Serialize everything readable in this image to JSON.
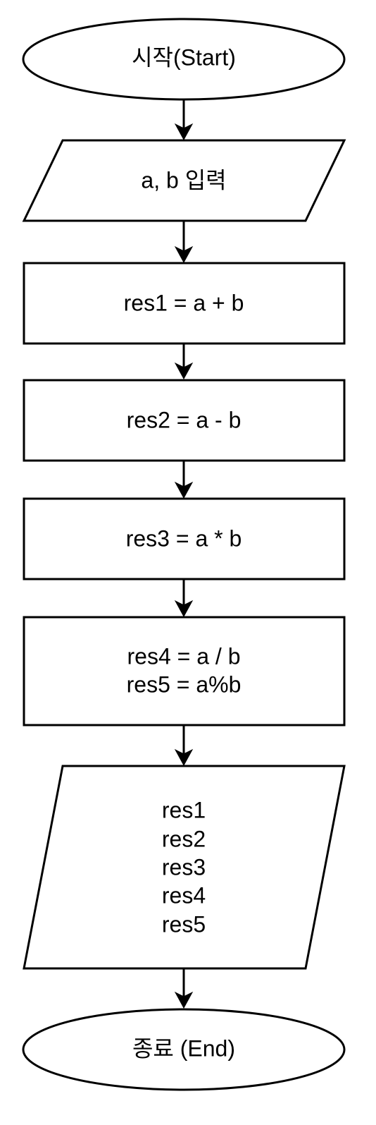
{
  "flowchart": {
    "start": {
      "label": "시작(Start)"
    },
    "input": {
      "label": "a, b 입력"
    },
    "process1": {
      "label": "res1 = a + b"
    },
    "process2": {
      "label": "res2 = a - b"
    },
    "process3": {
      "label": "res3 = a * b"
    },
    "process4": {
      "lines": [
        "res4 = a / b",
        "res5 = a%b"
      ]
    },
    "output": {
      "lines": [
        "res1",
        "res2",
        "res3",
        "res4",
        "res5"
      ]
    },
    "end": {
      "label": "종료 (End)"
    }
  },
  "colors": {
    "stroke": "#000000",
    "fill": "#ffffff"
  }
}
